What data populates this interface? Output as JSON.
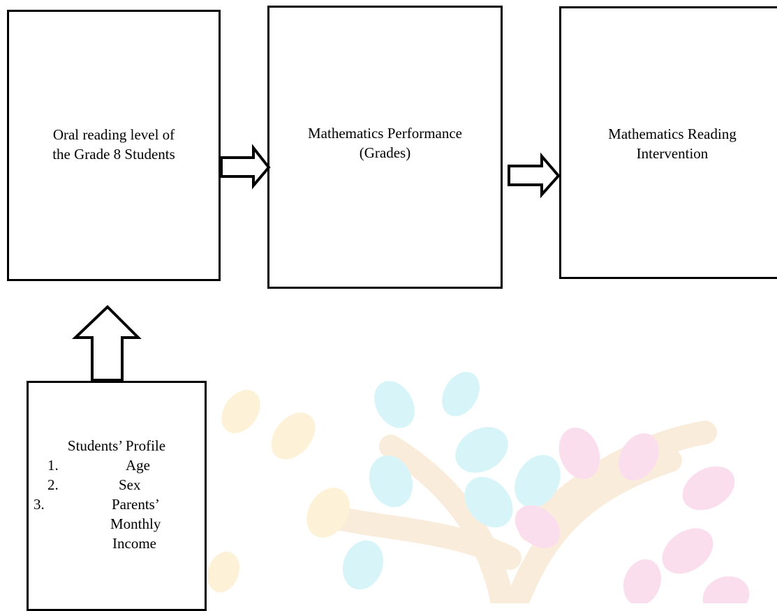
{
  "diagram": {
    "nodes": {
      "oral_reading": {
        "lines": [
          "Oral reading level of",
          "the Grade 8 Students"
        ]
      },
      "math_performance": {
        "lines": [
          "Mathematics Performance",
          "(Grades)"
        ]
      },
      "intervention": {
        "lines": [
          "Mathematics Reading",
          "Intervention"
        ]
      },
      "profile": {
        "title": "Students’ Profile",
        "items": [
          {
            "num": "1.",
            "text": "Age"
          },
          {
            "num": "2.",
            "text": "Sex"
          },
          {
            "num": "3.",
            "text": "Parents’",
            "cont": [
              "Monthly",
              "Income"
            ]
          }
        ]
      }
    },
    "edges": [
      {
        "from": "profile",
        "to": "oral_reading"
      },
      {
        "from": "oral_reading",
        "to": "math_performance"
      },
      {
        "from": "math_performance",
        "to": "intervention"
      }
    ],
    "colors": {
      "border": "#000000",
      "watermark_leaves": [
        "#fbe3a8",
        "#a8eaf2",
        "#f7b7d8"
      ],
      "watermark_branch": "#f6d6b0"
    }
  }
}
